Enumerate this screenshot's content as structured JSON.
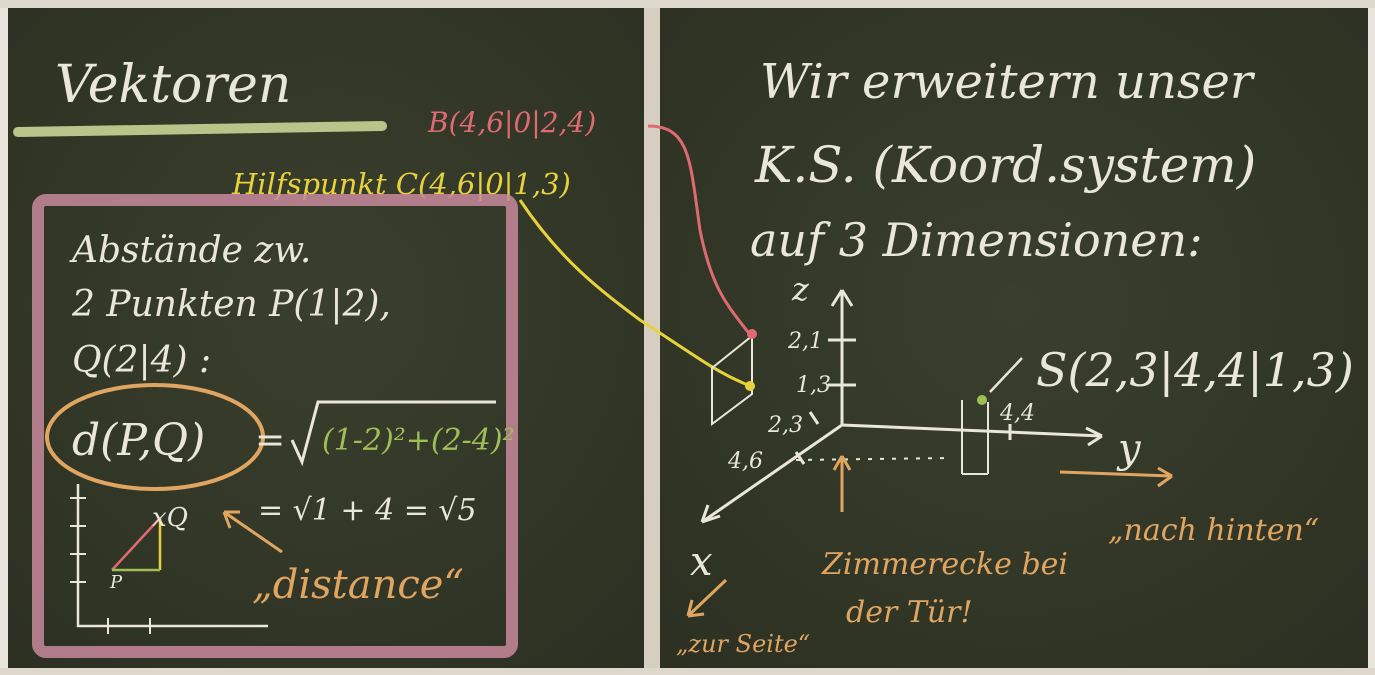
{
  "colors": {
    "board": "#34392a",
    "board_dark": "#2a2f22",
    "frame": "#d9d2c4",
    "chalk_white": "#e9e6da",
    "chalk_pink": "#c98a9c",
    "chalk_red": "#e06a72",
    "chalk_yellow": "#e8d23c",
    "chalk_orange": "#e0a560",
    "chalk_green": "#9fbe58"
  },
  "left": {
    "title": "Vektoren",
    "point_b": "B(4,6|0|2,4)",
    "helper_point": "Hilfspunkt C(4,6|0|1,3)",
    "box": {
      "line1": "Abstände zw.",
      "line2": "2 Punkten P(1|2),",
      "line3": "Q(2|4) :",
      "formula_lhs": "d(P,Q)",
      "formula_eq": "=",
      "radicand": "(1-2)²+(2-4)²",
      "line_eq2": "= √1 + 4 = √5",
      "distance_label": "„distance“",
      "sketch": {
        "q": "xQ",
        "p": "P"
      }
    }
  },
  "right": {
    "line1": "Wir erweitern unser",
    "line2": "K.S. (Koord.system)",
    "line3": "auf 3 Dimensionen:",
    "axis_z": "z",
    "axis_y": "y",
    "axis_x": "x",
    "tick_z_upper": "2,1",
    "tick_z_lower": "1,3",
    "tick_x_1": "2,3",
    "tick_x_2": "4,6",
    "tick_y": "4,4",
    "point_s": "S(2,3|4,4|1,3)",
    "room_corner_1": "Zimmerecke bei",
    "room_corner_2": "der Tür!",
    "to_back": "„nach hinten“",
    "to_side": "„zur Seite“"
  }
}
